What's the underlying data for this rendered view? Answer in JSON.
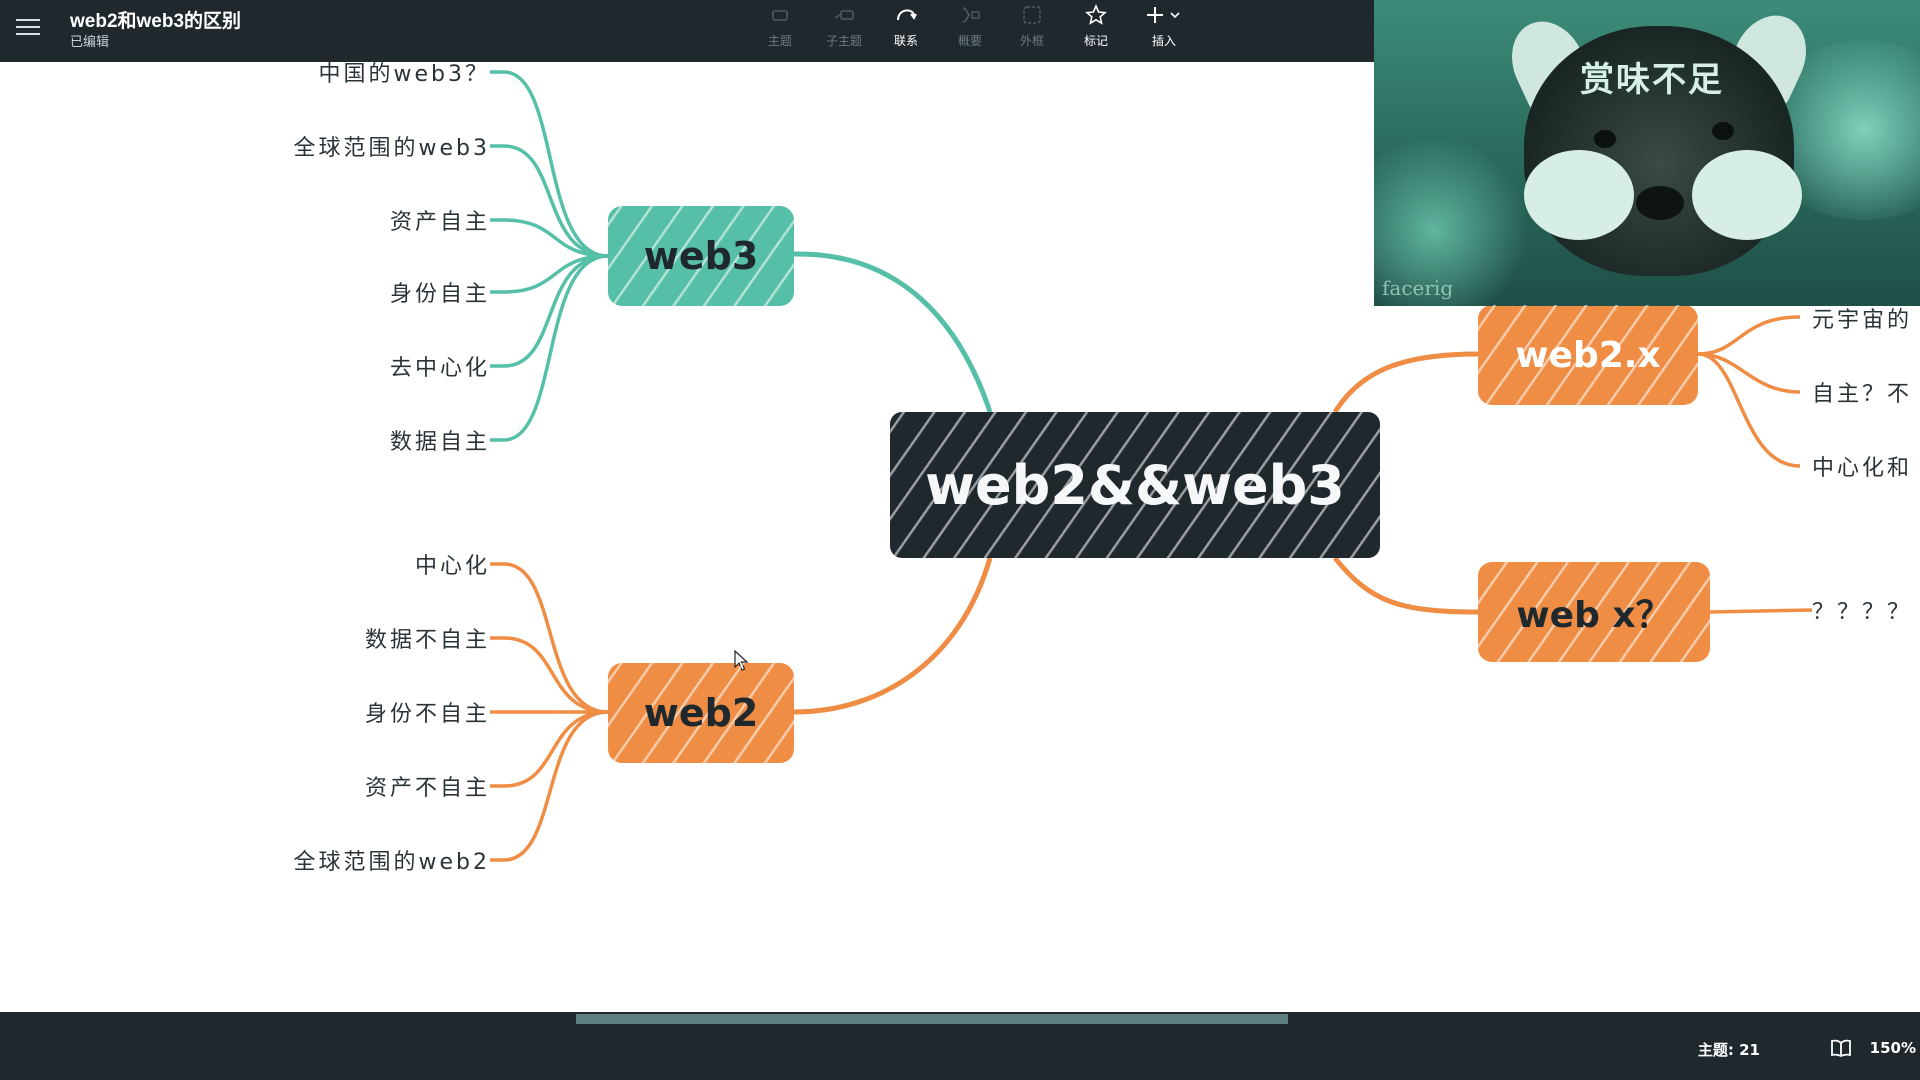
{
  "app": {
    "doc_title": "web2和web3的区别",
    "doc_status": "已编辑"
  },
  "toolbar": {
    "items": [
      {
        "label": "主题",
        "icon": "add-topic-icon",
        "enabled": false
      },
      {
        "label": "子主题",
        "icon": "add-subtopic-icon",
        "enabled": false
      },
      {
        "label": "联系",
        "icon": "relationship-icon",
        "enabled": true
      },
      {
        "label": "概要",
        "icon": "summary-icon",
        "enabled": false
      },
      {
        "label": "外框",
        "icon": "boundary-icon",
        "enabled": false
      },
      {
        "label": "标记",
        "icon": "star-marker-icon",
        "enabled": true
      },
      {
        "label": "插入",
        "icon": "insert-plus-icon",
        "enabled": true
      }
    ]
  },
  "mindmap": {
    "root": "web2&&web3",
    "branches": {
      "web3": {
        "label": "web3",
        "color": "#56bfa7",
        "children": [
          "中国的web3？",
          "全球范围的web3",
          "资产自主",
          "身份自主",
          "去中心化",
          "数据自主"
        ]
      },
      "web2": {
        "label": "web2",
        "color": "#ef8d45",
        "children": [
          "中心化",
          "数据不自主",
          "身份不自主",
          "资产不自主",
          "全球范围的web2"
        ]
      },
      "web2x": {
        "label": "web2.x",
        "color": "#ef8d45",
        "children": [
          "元宇宙的",
          "自主？不",
          "中心化和"
        ]
      },
      "webx": {
        "label": "web x？",
        "color": "#ef8d45",
        "children": [
          "？？？？"
        ]
      }
    }
  },
  "video_overlay": {
    "caption": "赏味不足",
    "watermark": "facerig"
  },
  "status": {
    "topic_count": "主题: 21",
    "zoom": "150%"
  }
}
